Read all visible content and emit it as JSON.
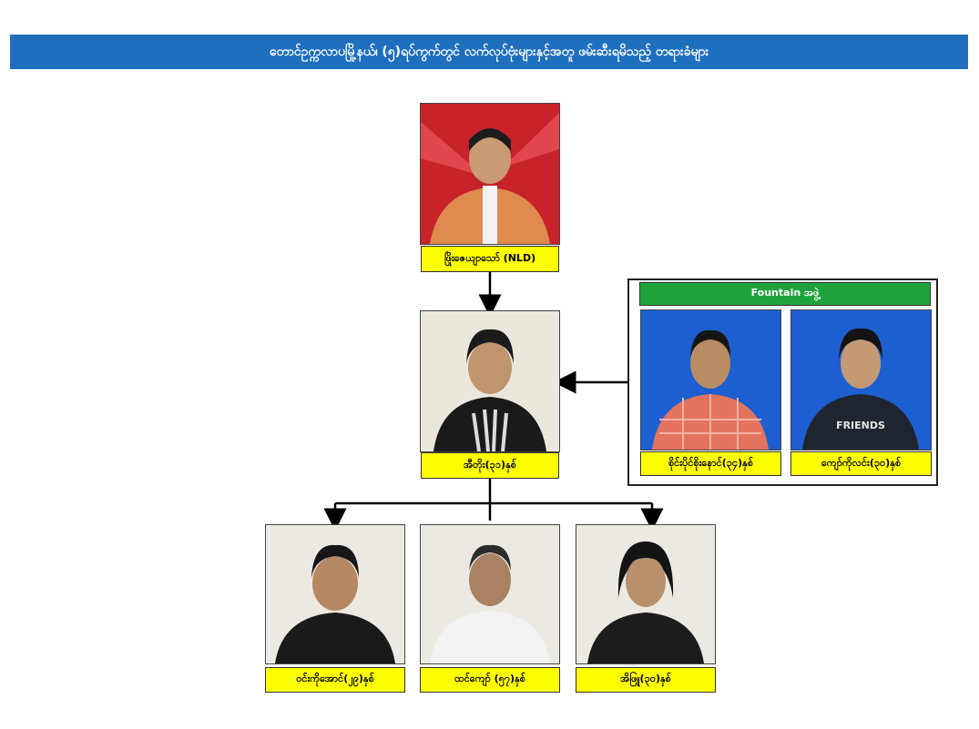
{
  "title": "တောင်ဥက္ကလာပမြို့နယ်၊ (၅)ရပ်ကွက်တွင် လက်လုပ်ဗုံးများနှင့်အတူ ဖမ်းဆီးရမိသည့် တရားခံများ",
  "leader": {
    "label": "ဖြိုးဇေယျာသော် (NLD)",
    "icon": "person-photo"
  },
  "middle": {
    "label": "အီတိုး(၃၁)နှစ်",
    "icon": "person-photo"
  },
  "group": {
    "name": "Fountain အဖွဲ့",
    "members": [
      {
        "label": "စိုင်းပိုင်စိုးနောင်(၃၄)နှစ်"
      },
      {
        "label": "ကျော်ကိုလင်း(၃၀)နှစ်",
        "shirt_text": "FRIENDS"
      }
    ]
  },
  "subordinates": [
    {
      "label": "ဝင်းကိုအောင်(၂၉)နှစ်"
    },
    {
      "label": "ထင်ကျော် (၅၇)နှစ်"
    },
    {
      "label": "အိဖြူ(၃၀)နှစ်"
    }
  ],
  "colors": {
    "banner": "#1f6fbf",
    "label_bg": "#ffff00",
    "group_header": "#1ea33c",
    "leader_bg": "#c8222a",
    "blue_bg": "#1d5fd0"
  }
}
